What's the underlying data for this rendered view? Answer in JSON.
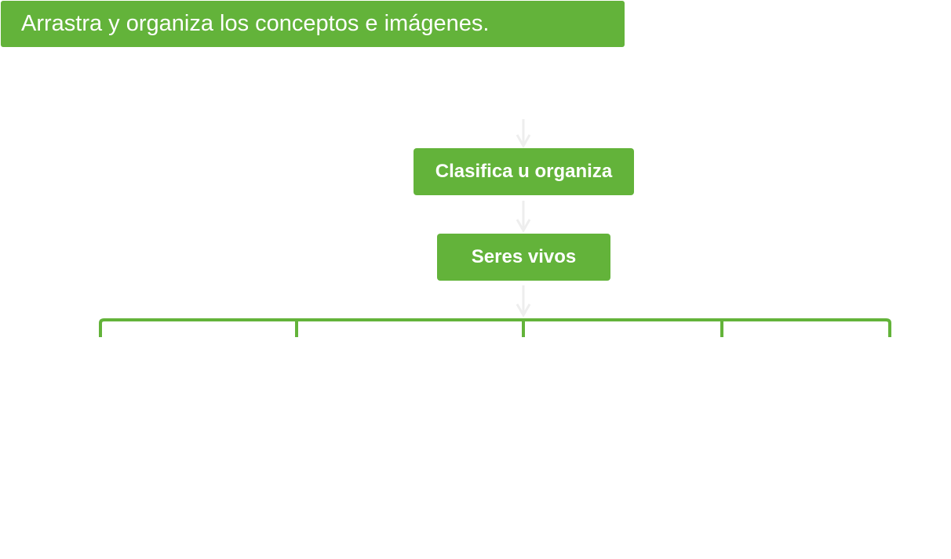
{
  "instruction": "Arrastra y organiza los conceptos e imágenes.",
  "nodes": {
    "root": "Clasifica u organiza",
    "child": "Seres vivos"
  },
  "colors": {
    "green": "#63b33a",
    "arrow": "#eeeeee"
  }
}
